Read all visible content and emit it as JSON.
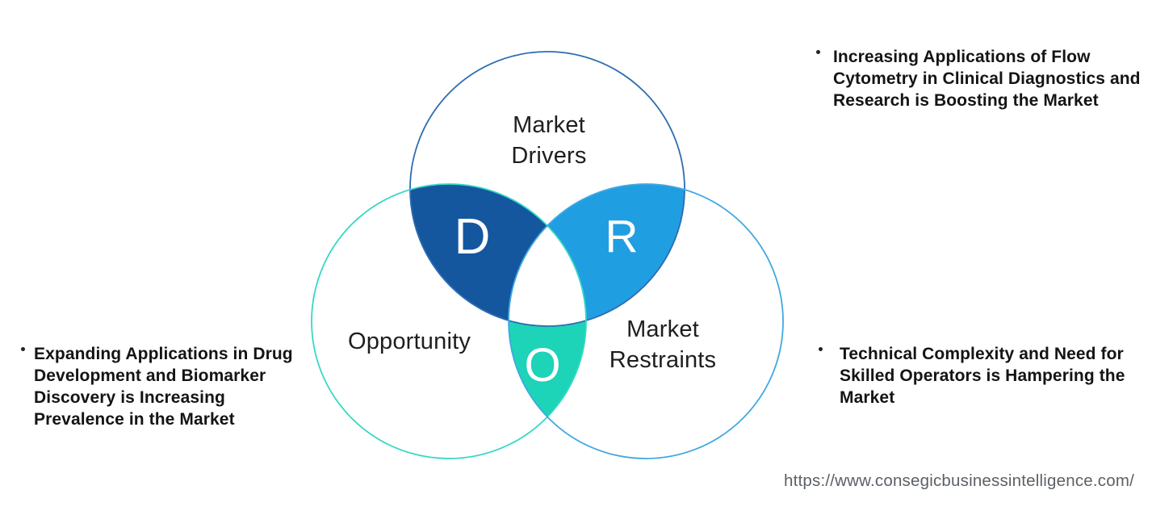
{
  "venn": {
    "label_color": "#1e1e1e",
    "circles": {
      "drivers": {
        "label_lines": [
          "Market",
          "Drivers"
        ],
        "stroke": "#2d6bb2"
      },
      "opportunity": {
        "label_lines": [
          "Opportunity"
        ],
        "stroke": "#36d8c5"
      },
      "restraints": {
        "label_lines": [
          "Market",
          "Restraints"
        ],
        "stroke": "#41a8e1"
      }
    },
    "intersections": {
      "drivers_letter": "D",
      "restraints_letter": "R",
      "opportunity_letter": "O",
      "d_fill": "#14579f",
      "r_fill": "#209ee2",
      "o_fill": "#1dd3b8",
      "triple_fill": "#ffffff",
      "letter_color": "#ffffff"
    }
  },
  "bullets": {
    "driver": {
      "lines": [
        "Increasing Applications of Flow",
        "Cytometry in Clinical Diagnostics and",
        "Research is Boosting the Market"
      ]
    },
    "opportunity": {
      "lines": [
        "Expanding Applications in Drug",
        "Development and Biomarker",
        "Discovery is Increasing",
        "Prevalence in the Market"
      ]
    },
    "restraint": {
      "lines": [
        "Technical Complexity and Need for",
        "Skilled Operators is Hampering the",
        "Market"
      ]
    }
  },
  "footer": {
    "url": "https://www.consegicbusinessintelligence.com/"
  }
}
